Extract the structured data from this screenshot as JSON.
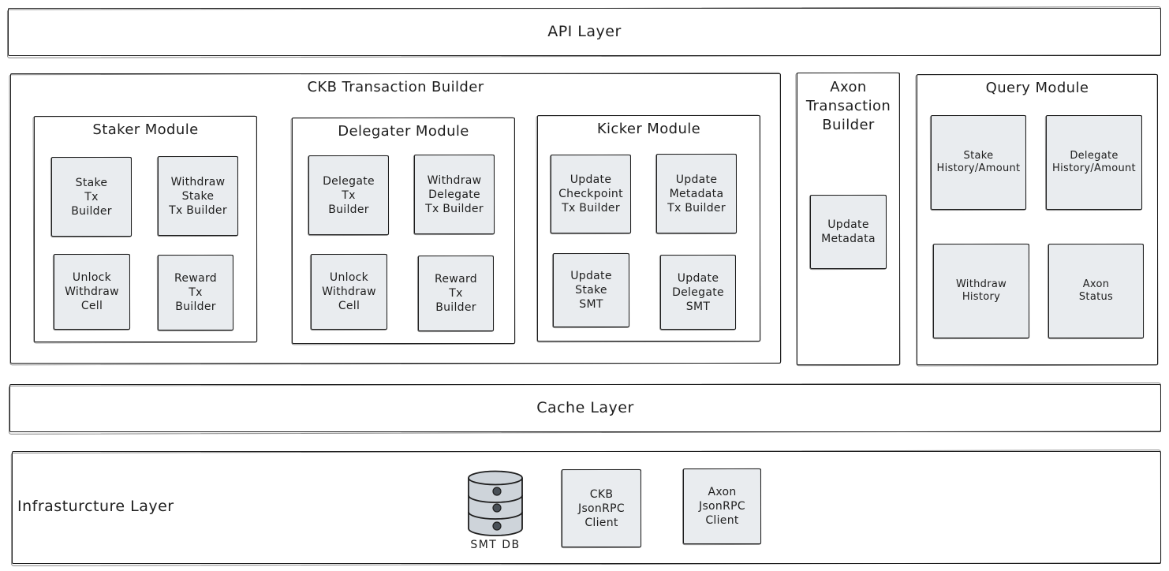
{
  "layers": {
    "api": "API Layer",
    "cache": "Cache Layer",
    "infrastructure": "Infrasturcture Layer"
  },
  "ckb_builder": {
    "title": "CKB Transaction Builder",
    "staker": {
      "title": "Staker Module",
      "items": [
        "Stake\nTx\nBuilder",
        "Withdraw\nStake\nTx Builder",
        "Unlock\nWithdraw\nCell",
        "Reward\nTx\nBuilder"
      ]
    },
    "delegater": {
      "title": "Delegater Module",
      "items": [
        "Delegate\nTx\nBuilder",
        "Withdraw\nDelegate\nTx Builder",
        "Unlock\nWithdraw\nCell",
        "Reward\nTx\nBuilder"
      ]
    },
    "kicker": {
      "title": "Kicker Module",
      "items": [
        "Update\nCheckpoint\nTx Builder",
        "Update\nMetadata\nTx Builder",
        "Update\nStake\nSMT",
        "Update\nDelegate\nSMT"
      ]
    }
  },
  "axon_builder": {
    "title": "Axon\nTransaction\nBuilder",
    "items": [
      "Update\nMetadata"
    ]
  },
  "query": {
    "title": "Query Module",
    "items": [
      "Stake\nHistory/Amount",
      "Delegate\nHistory/Amount",
      "Withdraw\nHistory",
      "Axon\nStatus"
    ]
  },
  "infra": {
    "smt_db": "SMT DB",
    "ckb_client": "CKB\nJsonRPC\nClient",
    "axon_client": "Axon\nJsonRPC\nClient"
  },
  "colors": {
    "stroke": "#1e1e1e",
    "component_fill": "#e9ecef",
    "db_fill": "#ced4da"
  }
}
